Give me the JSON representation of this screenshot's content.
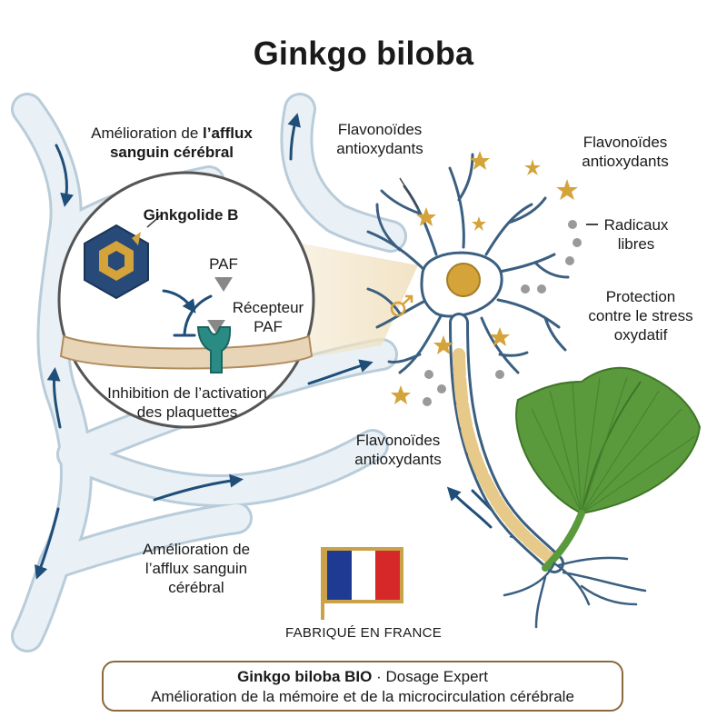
{
  "title": "Ginkgo biloba",
  "labels": {
    "afflux_top_1": "Amélioration de ",
    "afflux_top_2": "l’afflux",
    "afflux_top_3": "sanguin cérébral",
    "ginkgolide": "Ginkgolide B",
    "paf": "PAF",
    "recepteur_1": "Récepteur",
    "recepteur_2": "PAF",
    "inhibition_1": "Inhibition de l’activation",
    "inhibition_2": "des plaquettes",
    "flavo_1a": "Flavonoïdes",
    "flavo_1b": "antioxydants",
    "flavo_2a": "Flavonoïdes",
    "flavo_2b": "antioxydants",
    "flavo_3a": "Flavonoïdes",
    "flavo_3b": "antioxydants",
    "radicaux_1": "Radicaux",
    "radicaux_2": "libres",
    "protection_1": "Protection",
    "protection_2": "contre le stress",
    "protection_3": "oxydatif",
    "afflux_bottom_1": "Amélioration de",
    "afflux_bottom_2": "l’afflux sanguin",
    "afflux_bottom_3": "cérébral"
  },
  "made_in": "FABRIQUÉ EN FRANCE",
  "banner": {
    "line1_bold": "Ginkgo biloba BIO",
    "line1_rest": " · Dosage Expert",
    "line2": "Amélioration de la mémoire et de la microcirculation cérébrale"
  },
  "colors": {
    "vessel_fill": "#e9f1f6",
    "vessel_edge": "#b9ccda",
    "arrow": "#1f4e79",
    "neuron": "#3b5f80",
    "star": "#d4a33a",
    "leaf": "#5a9a3c",
    "receptor": "#2a8a84",
    "hexagon": "#274a78",
    "flag_blue": "#1f3a93",
    "flag_red": "#d62828",
    "flag_gold": "#c9a24a"
  }
}
